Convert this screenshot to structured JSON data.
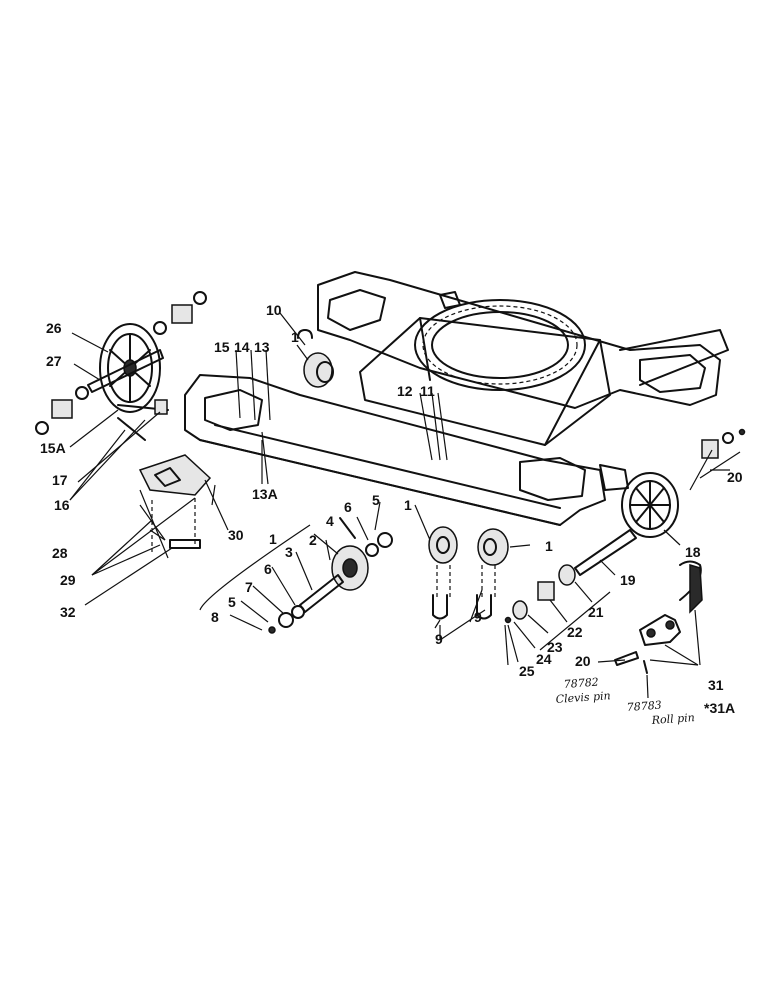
{
  "callouts": {
    "c1_top": "1",
    "c10": "10",
    "c15": "15",
    "c14": "14",
    "c13": "13",
    "c26": "26",
    "c27": "27",
    "c15a": "15A",
    "c17": "17",
    "c16": "16",
    "c13a": "13A",
    "c12": "12",
    "c11": "11",
    "c20_right": "20",
    "c18": "18",
    "c19": "19",
    "c1_mid_a": "1",
    "c1_mid_b": "1",
    "c5_top": "5",
    "c6_top": "6",
    "c4": "4",
    "c3": "3",
    "c2": "2",
    "c1_left": "1",
    "c6_left": "6",
    "c7": "7",
    "c5_left": "5",
    "c8": "8",
    "c9_a": "9",
    "c9_b": "9",
    "c21": "21",
    "c22": "22",
    "c23": "23",
    "c24": "24",
    "c25": "25",
    "c20_bottom": "20",
    "c28": "28",
    "c29": "29",
    "c30": "30",
    "c32": "32",
    "c31": "31",
    "c31a": "*31A"
  },
  "notes": {
    "clevis_part": "78782",
    "clevis_label": "Clevis pin",
    "roll_part": "78783",
    "roll_label": "Roll pin"
  }
}
